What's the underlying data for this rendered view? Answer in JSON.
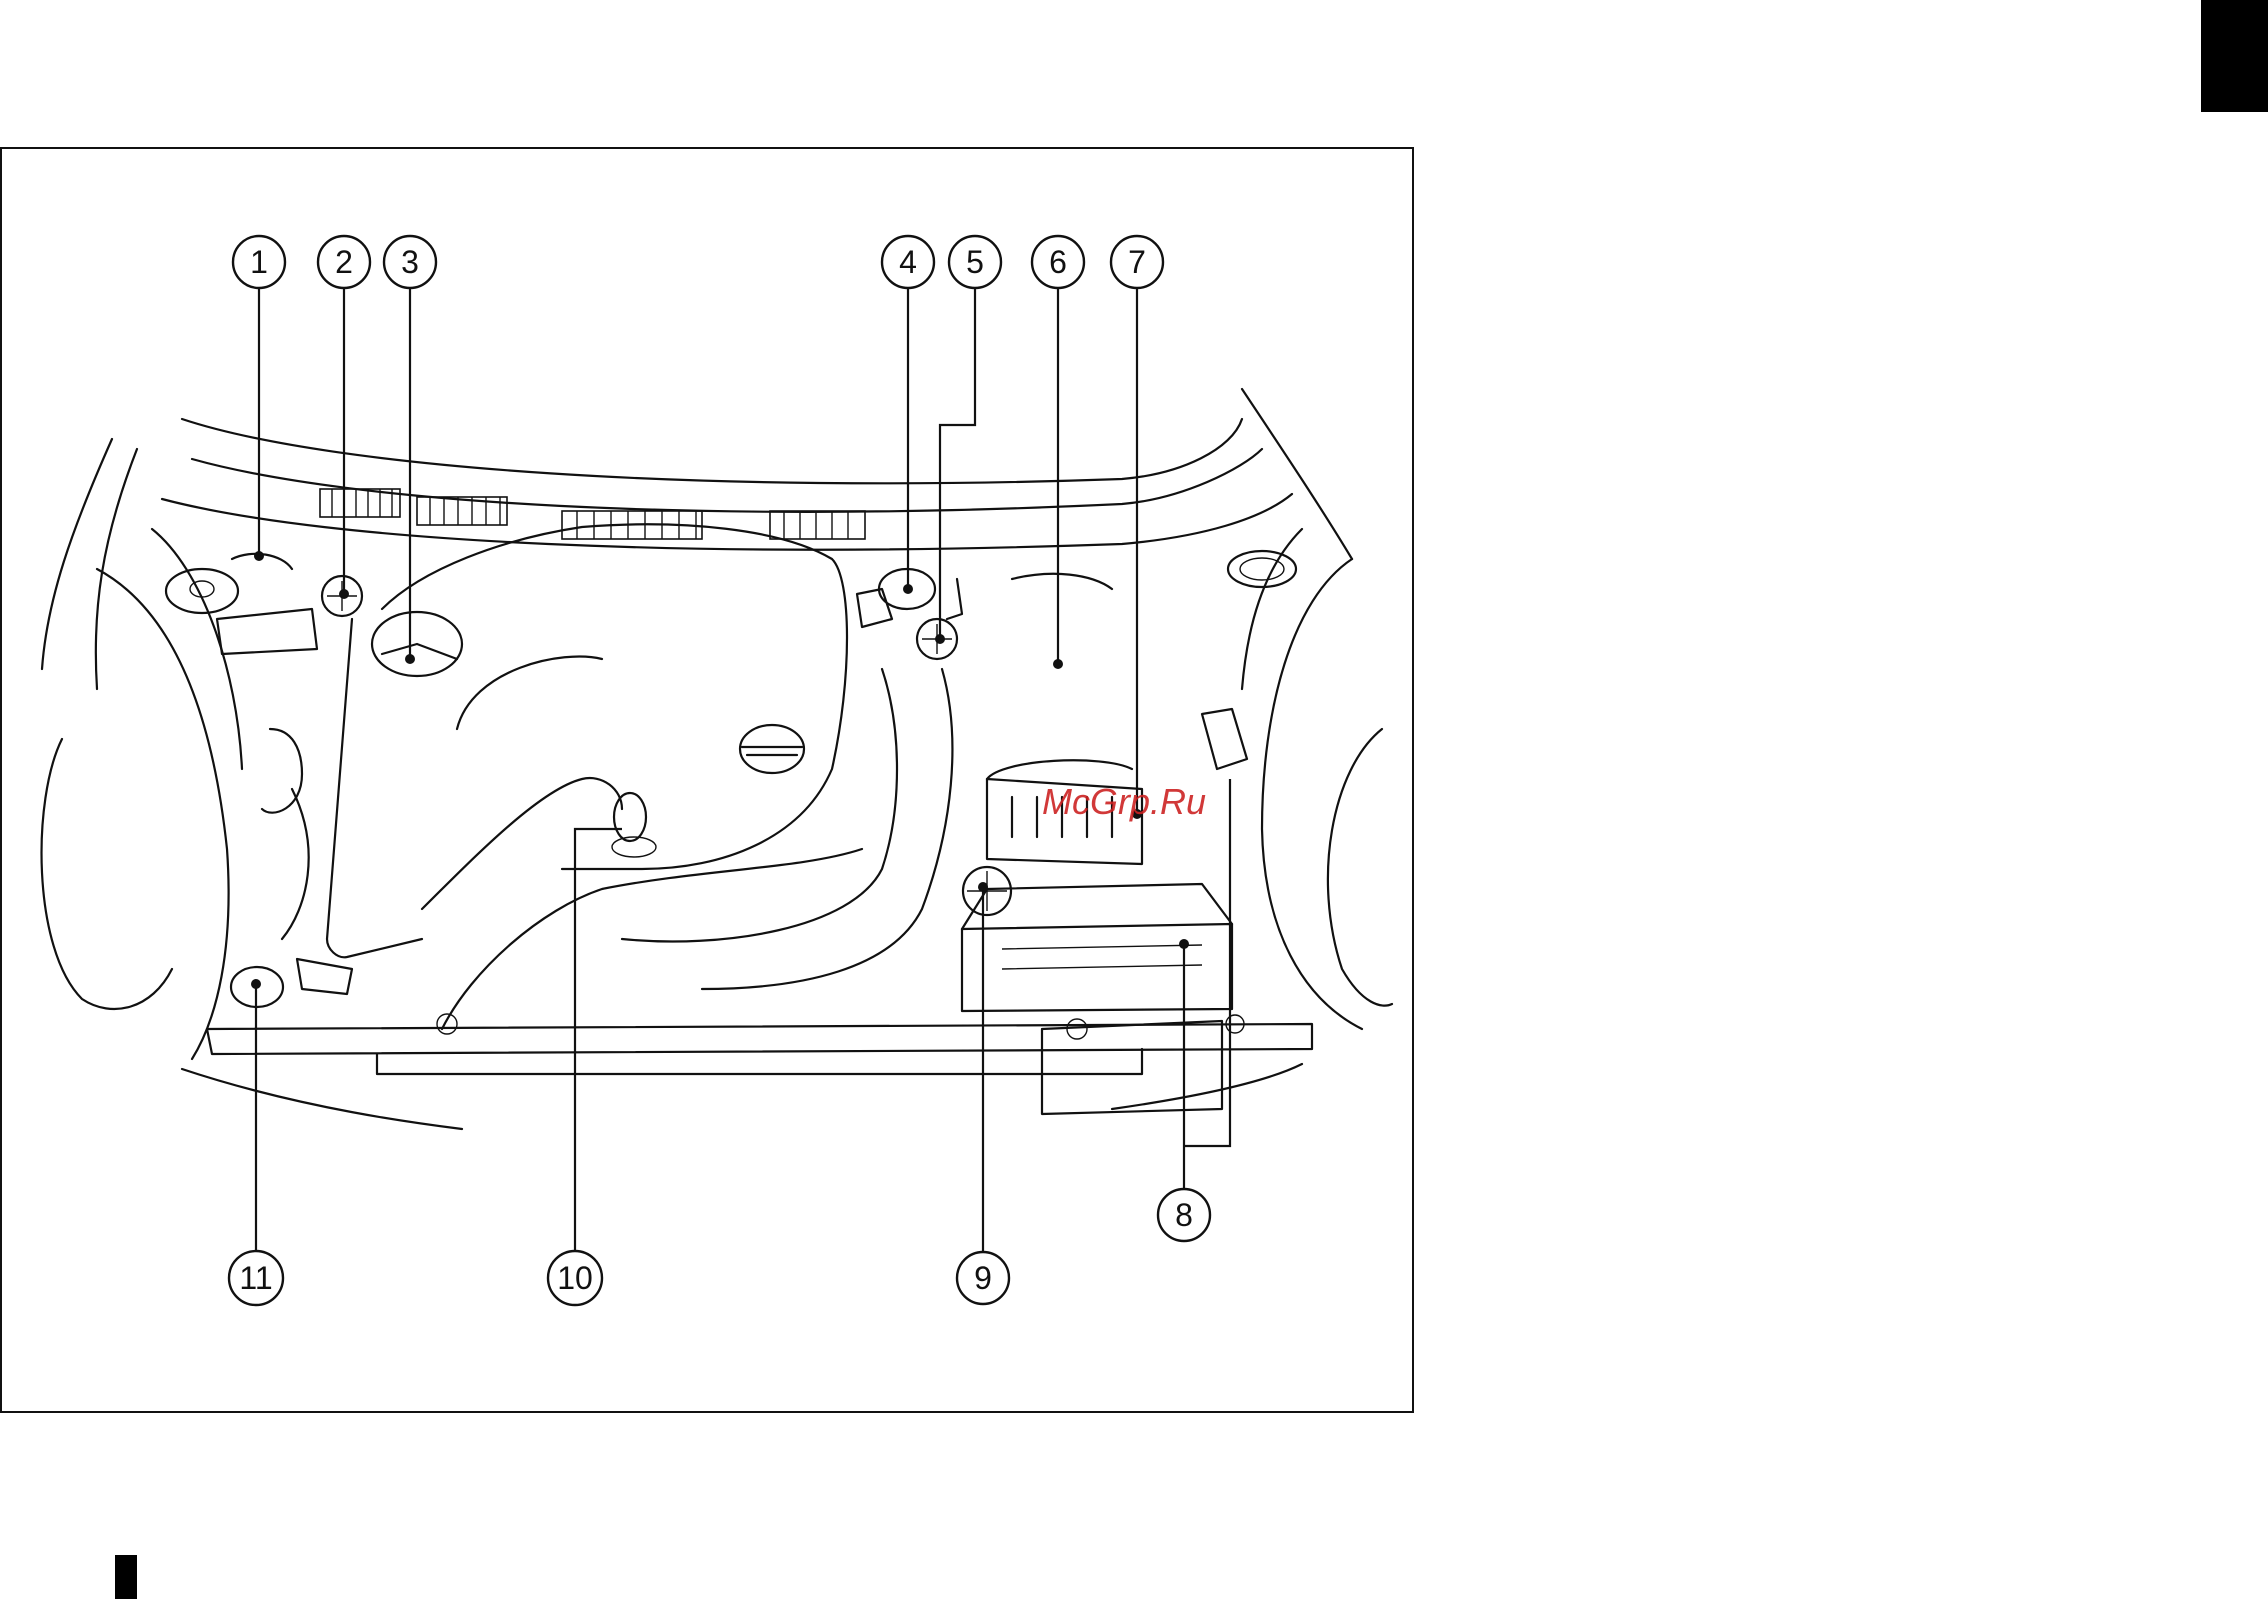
{
  "figure": {
    "callouts": [
      {
        "id": "1",
        "label": "1"
      },
      {
        "id": "2",
        "label": "2"
      },
      {
        "id": "3",
        "label": "3"
      },
      {
        "id": "4",
        "label": "4"
      },
      {
        "id": "5",
        "label": "5"
      },
      {
        "id": "6",
        "label": "6"
      },
      {
        "id": "7",
        "label": "7"
      },
      {
        "id": "8",
        "label": "8"
      },
      {
        "id": "9",
        "label": "9"
      },
      {
        "id": "10",
        "label": "10"
      },
      {
        "id": "11",
        "label": "11"
      }
    ],
    "watermark": "McGrp.Ru"
  },
  "colors": {
    "watermark": "#cc2222",
    "ink": "#111111",
    "page": "#ffffff"
  }
}
